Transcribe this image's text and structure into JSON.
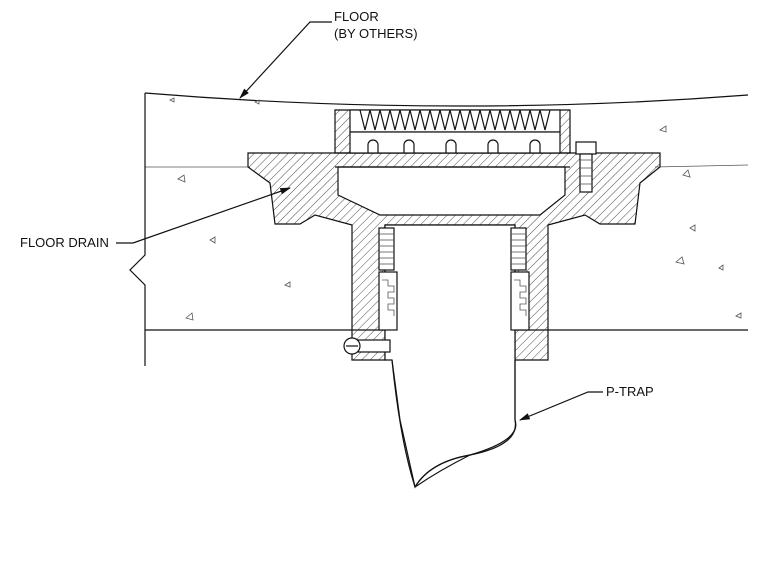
{
  "labels": {
    "floor_line1": "FLOOR",
    "floor_line2": "(BY OTHERS)",
    "floor_drain": "FLOOR DRAIN",
    "p_trap": "P-TRAP"
  },
  "colors": {
    "line": "#111111",
    "background": "#ffffff"
  }
}
